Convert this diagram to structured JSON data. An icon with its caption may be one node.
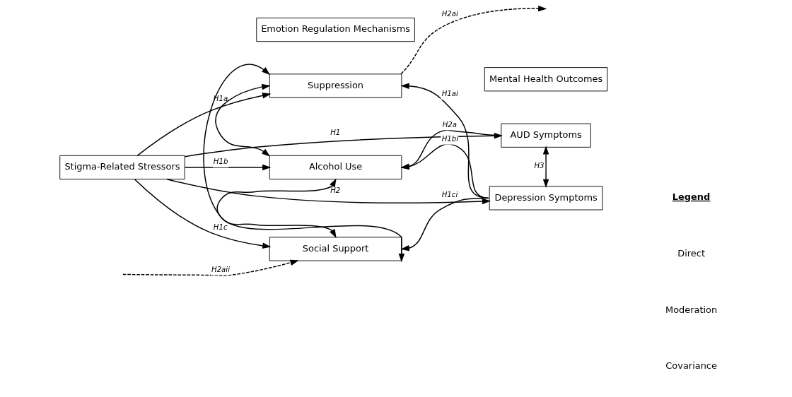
{
  "diagram": {
    "nodes": [
      {
        "text": [
          "Emotion Regulation Mechanisms"
        ]
      },
      {
        "text": [
          "Mental Health Outcomes"
        ]
      },
      {
        "text": [
          "Stigma-Related Stressors"
        ]
      },
      {
        "text": [
          "Suppression"
        ]
      },
      {
        "text": [
          "Alcohol Use"
        ]
      },
      {
        "text": [
          "Social Support"
        ]
      },
      {
        "text": [
          "AUD Symptoms"
        ]
      },
      {
        "text": [
          "Depression Symptoms"
        ]
      }
    ],
    "edges": [
      {
        "from": 2,
        "to": 3,
        "arrow": "to",
        "label": "H1a"
      },
      {
        "from": 2,
        "to": 6,
        "arrow": "to",
        "label": "H1"
      },
      {
        "from": 2,
        "to": 4,
        "arrow": "to",
        "label": "H1b"
      },
      {
        "from": 2,
        "to": 7,
        "arrow": "to",
        "label": "H2"
      },
      {
        "from": 2,
        "to": 5,
        "arrow": "to",
        "label": "H1c"
      },
      {
        "from": 3,
        "to": 4,
        "arrow": "both"
      },
      {
        "from": 4,
        "to": 5,
        "arrow": "both"
      },
      {
        "from": 3,
        "to": 5,
        "arrow": "both"
      },
      {
        "from": 7,
        "to": 3,
        "arrow": "to",
        "label": "H1ai"
      },
      {
        "from": 6,
        "to": 4,
        "arrow": "to",
        "label": "H2a"
      },
      {
        "from": 7,
        "to": 4,
        "arrow": "to",
        "label": "H1bi"
      },
      {
        "from": 7,
        "to": 5,
        "arrow": "to",
        "label": "H1ci"
      },
      {
        "from": 3,
        "to": null,
        "arrow": "to",
        "label": "H2ai",
        "style": "dashed"
      },
      {
        "from": null,
        "to": 5,
        "arrow": "to",
        "label": "H2aii",
        "style": "dashed"
      },
      {
        "from": 6,
        "to": 7,
        "arrow": "both",
        "label": "H3"
      }
    ],
    "labels": [
      "Legend"
    ],
    "legend": [
      {
        "text": "Direct"
      },
      {
        "text": "Moderation"
      },
      {
        "text": "Covariance"
      }
    ]
  }
}
